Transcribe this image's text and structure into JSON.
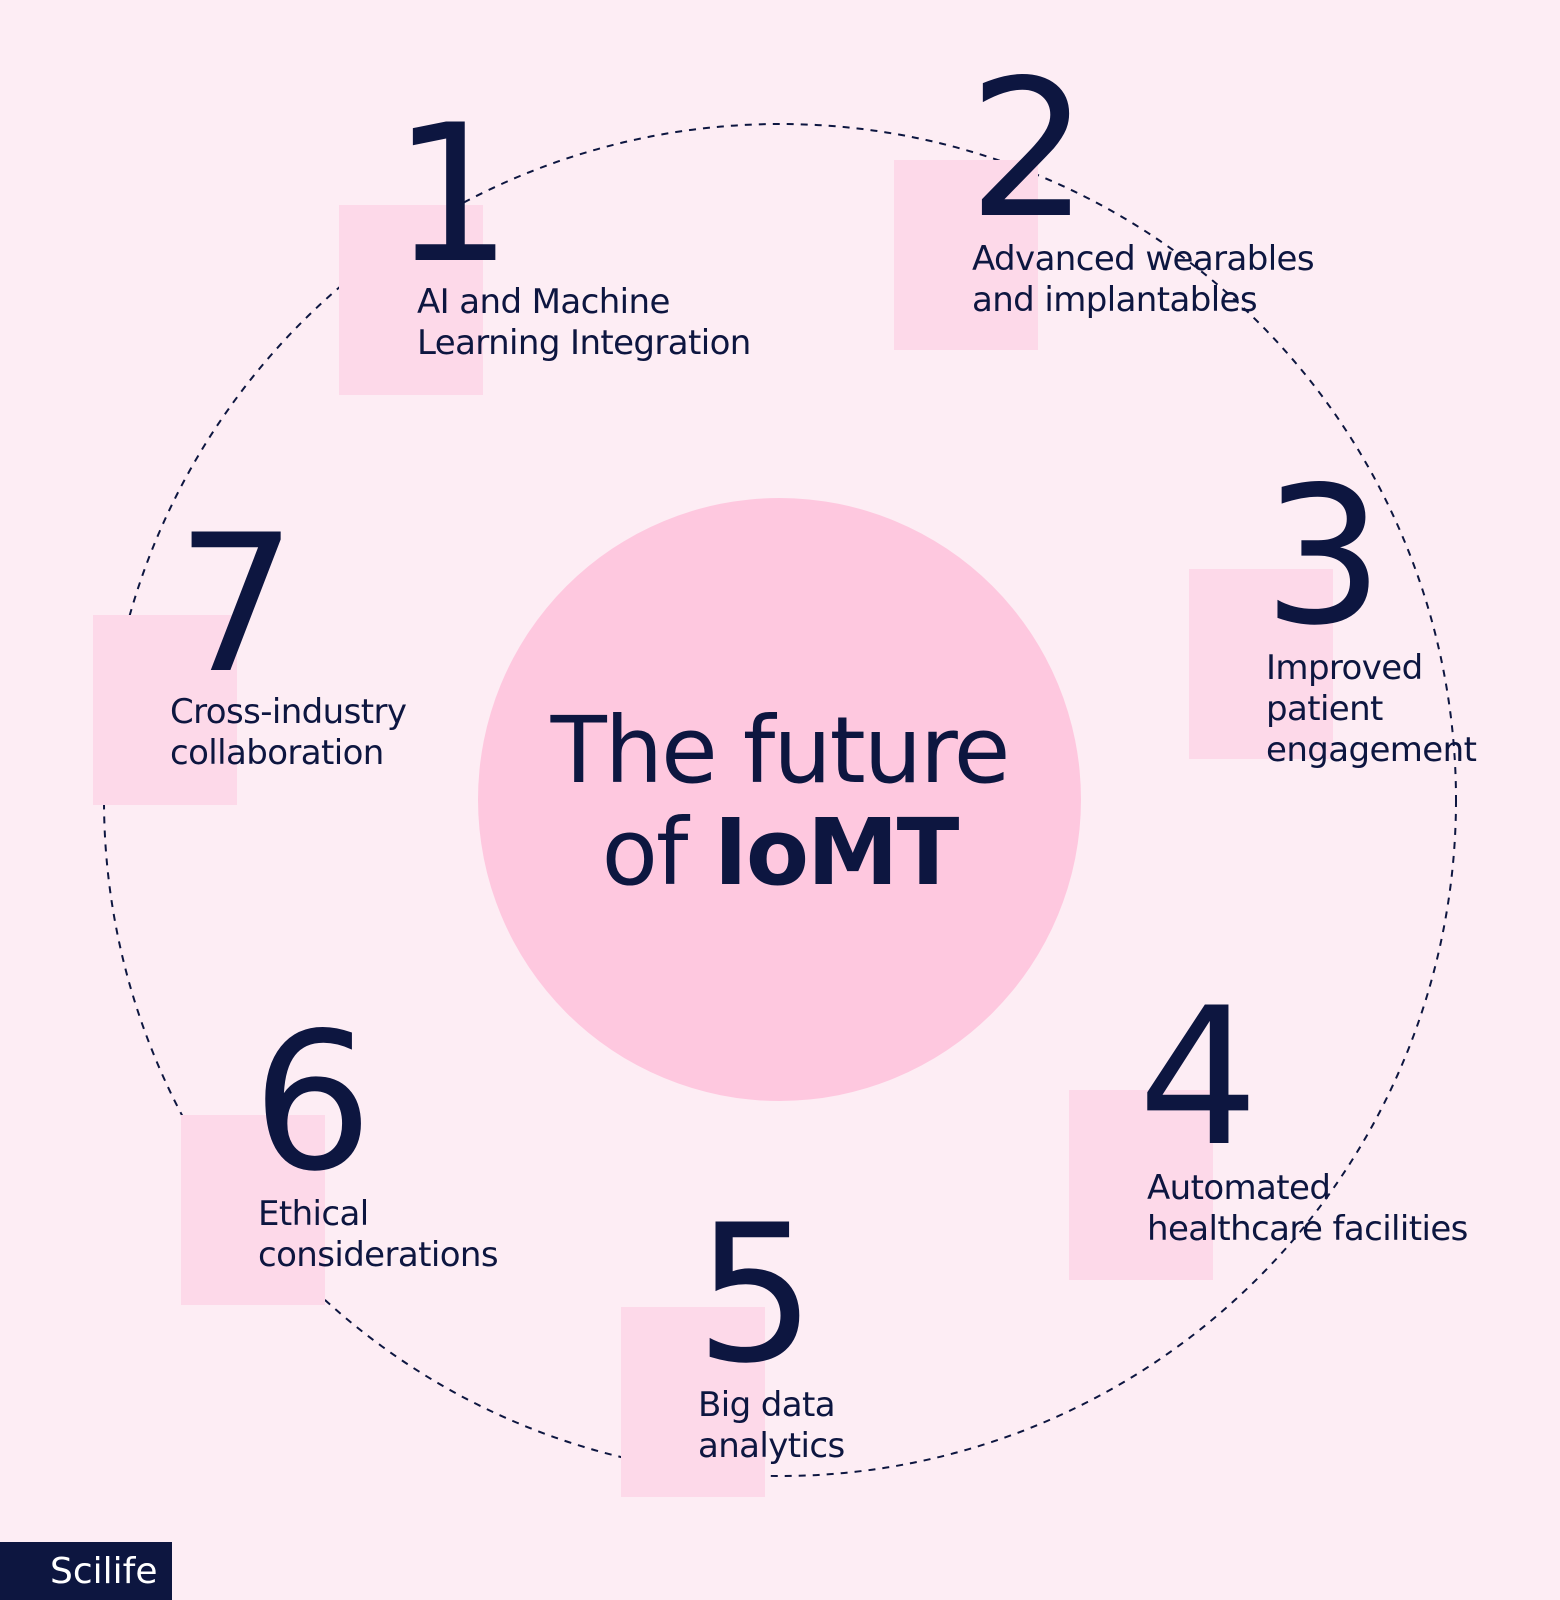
{
  "diagram": {
    "center": {
      "line1": "The future",
      "line2_prefix": "of",
      "line2_bold": "IoMT"
    },
    "items": [
      {
        "number": "1",
        "label": "AI and Machine\nLearning Integration"
      },
      {
        "number": "2",
        "label": "Advanced wearables\nand implantables"
      },
      {
        "number": "3",
        "label": "Improved\npatient\nengagement"
      },
      {
        "number": "4",
        "label": "Automated\nhealthcare facilities"
      },
      {
        "number": "5",
        "label": "Big data\nanalytics"
      },
      {
        "number": "6",
        "label": "Ethical\nconsiderations"
      },
      {
        "number": "7",
        "label": "Cross-industry\ncollaboration"
      }
    ]
  },
  "brand": {
    "name": "Scilife"
  },
  "colors": {
    "background": "#fdedf4",
    "hub": "#fec8df",
    "highlight": "#fdd9e9",
    "text": "#0d1640"
  }
}
